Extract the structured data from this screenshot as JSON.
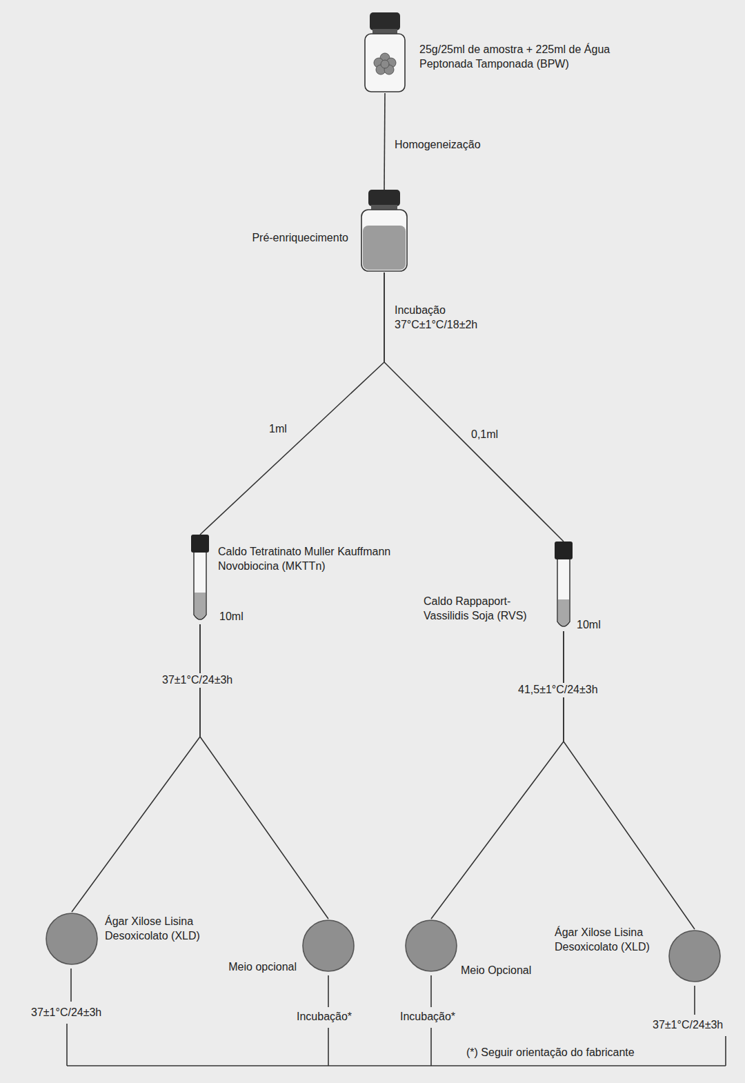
{
  "diagram": {
    "nodes": [
      {
        "text": [
          "25g/25ml de amostra + 225ml de Água Peptonada Tamponada (BPW)"
        ]
      },
      {
        "text": [
          "Pré-enriquecimento"
        ]
      },
      {
        "text": [
          "Caldo Tetratinato Muller Kauffmann Novobiocina (MKTTn)",
          "10ml"
        ]
      },
      {
        "text": [
          "Caldo Rappaport- Vassilidis Soja (RVS)",
          "10ml"
        ]
      },
      {
        "text": [
          "Ágar Xilose Lisina Desoxicolato (XLD)"
        ]
      },
      {
        "text": [
          "Meio opcional"
        ]
      },
      {
        "text": [
          "Meio Opcional"
        ]
      },
      {
        "text": [
          "Ágar Xilose Lisina Desoxicolato (XLD)"
        ]
      }
    ],
    "edges": [
      {
        "from": 0,
        "to": 1,
        "arrow": "none",
        "label": "Homogeneização"
      },
      {
        "from": 1,
        "to": 2,
        "arrow": "none",
        "label": "1ml"
      },
      {
        "from": 1,
        "to": 3,
        "arrow": "none",
        "label": "0,1ml"
      },
      {
        "from": 2,
        "to": 4,
        "arrow": "none"
      },
      {
        "from": 2,
        "to": 5,
        "arrow": "none"
      },
      {
        "from": 3,
        "to": 6,
        "arrow": "none"
      },
      {
        "from": 3,
        "to": 7,
        "arrow": "none"
      }
    ],
    "labels": [
      "Incubação 37°C±1°C/18±2h",
      "37±1°C/24±3h",
      "41,5±1°C/24±3h",
      "37±1°C/24±3h",
      "Incubação*",
      "Incubação*",
      "37±1°C/24±3h",
      "(*) Seguir orientação do fabricante"
    ]
  }
}
